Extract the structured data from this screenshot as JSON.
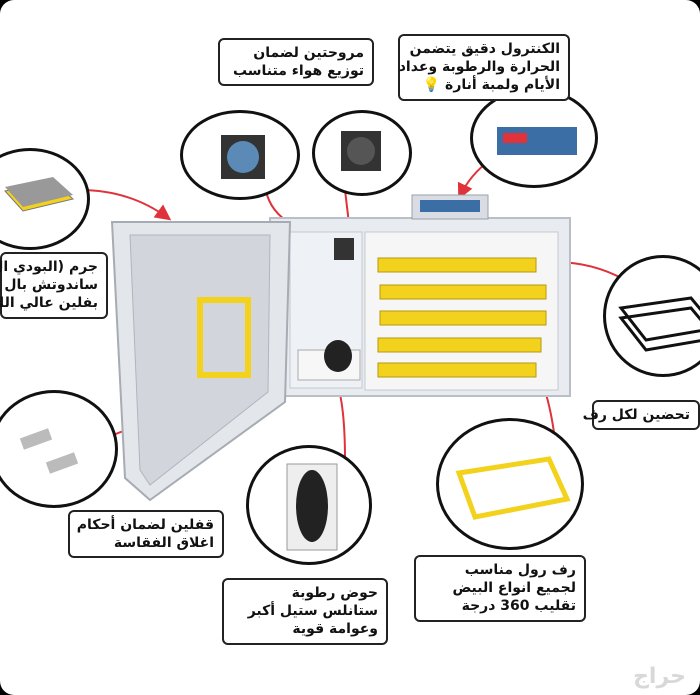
{
  "labels": {
    "fans": [
      "مروحتين لضمان",
      "توزيع هواء متناسب"
    ],
    "controller": [
      "الكنترول دقيق يتضمن",
      "الحرارة والرطوبة وعداد",
      "الأيام ولمبة أنارة 💡"
    ],
    "body": [
      "جرم (البودي ال",
      "ساندوتش بال",
      "بفلين عالي الك"
    ],
    "tray": [
      "تحضين لكل رف"
    ],
    "locks": [
      "قفلين لضمان أحكام",
      "اغلاق الفقاسة"
    ],
    "humidity": [
      "حوض رطوبة",
      "ستانلس ستيل أكبر",
      "وعوامة قوية"
    ],
    "roller": [
      "رف رول مناسب",
      "لجميع انواع البيض",
      "تقليب 360 درجة"
    ]
  },
  "watermark": "حراج",
  "colors": {
    "accent": "#e0323a",
    "tray": "#f2d21c",
    "body": "#e6e9ee"
  }
}
